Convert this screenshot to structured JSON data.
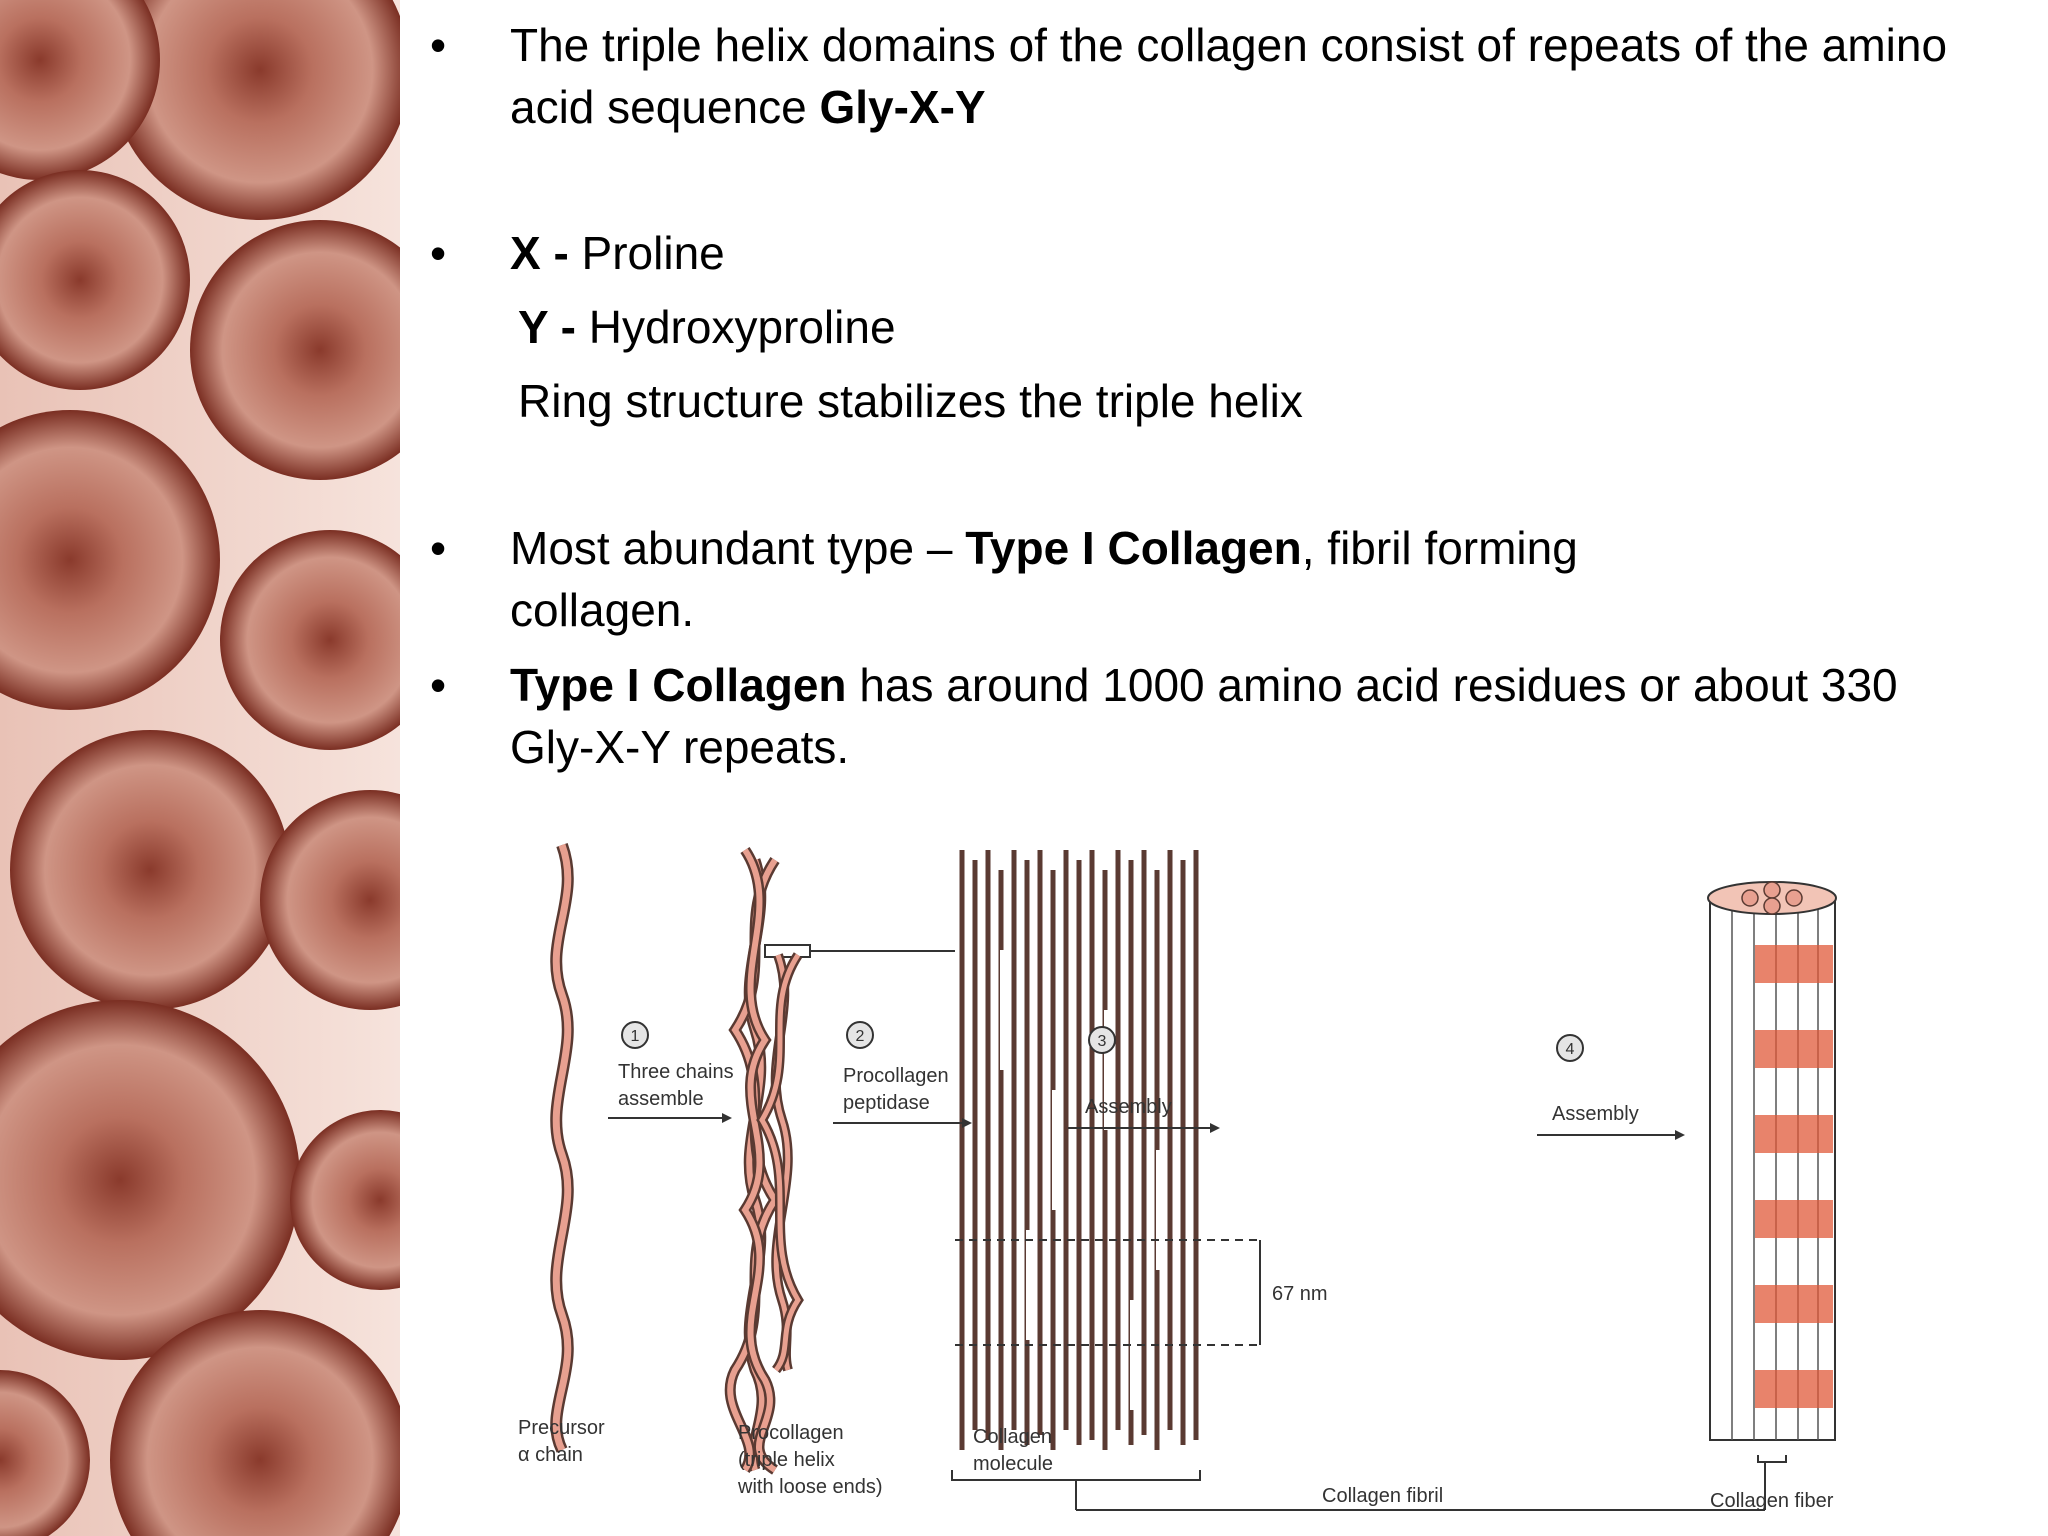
{
  "bullets": {
    "marker": "•",
    "b1": {
      "pre": "The triple helix domains of the collagen consist of repeats of the amino acid sequence ",
      "bold": "Gly-X-Y"
    },
    "b2": {
      "x_label": "X  -",
      "x_value": " Proline",
      "y_label": "Y -",
      "y_value": "  Hydroxyproline",
      "ring_text": "Ring structure stabilizes the triple helix"
    },
    "b3": {
      "pre": "Most abundant type – ",
      "bold": "Type I Collagen",
      "post": ", fibril forming collagen."
    },
    "b4": {
      "bold": "Type I Collagen",
      "post": "  has around 1000 amino acid residues or about 330 Gly-X-Y repeats."
    }
  },
  "diagram": {
    "steps": [
      {
        "num": "1",
        "line1": "Three chains",
        "line2": "assemble"
      },
      {
        "num": "2",
        "line1": "Procollagen",
        "line2": "peptidase"
      },
      {
        "num": "3",
        "line1": "Assembly"
      },
      {
        "num": "4",
        "line1": "Assembly"
      }
    ],
    "captions": {
      "precursor_l1": "Precursor",
      "precursor_l2": "α chain",
      "procollagen_l1": "Procollagen",
      "procollagen_l2": "(triple helix",
      "procollagen_l3": "with loose ends)",
      "molecule_l1": "Collagen",
      "molecule_l2": "molecule",
      "fibril": "Collagen fibril",
      "fiber": "Collagen fiber"
    },
    "measure": "67 nm"
  },
  "colors": {
    "strand": "#e8a090",
    "strand_outline": "#5a3a32",
    "band": "#e05a3a",
    "cell_bg": "#b5675a"
  }
}
